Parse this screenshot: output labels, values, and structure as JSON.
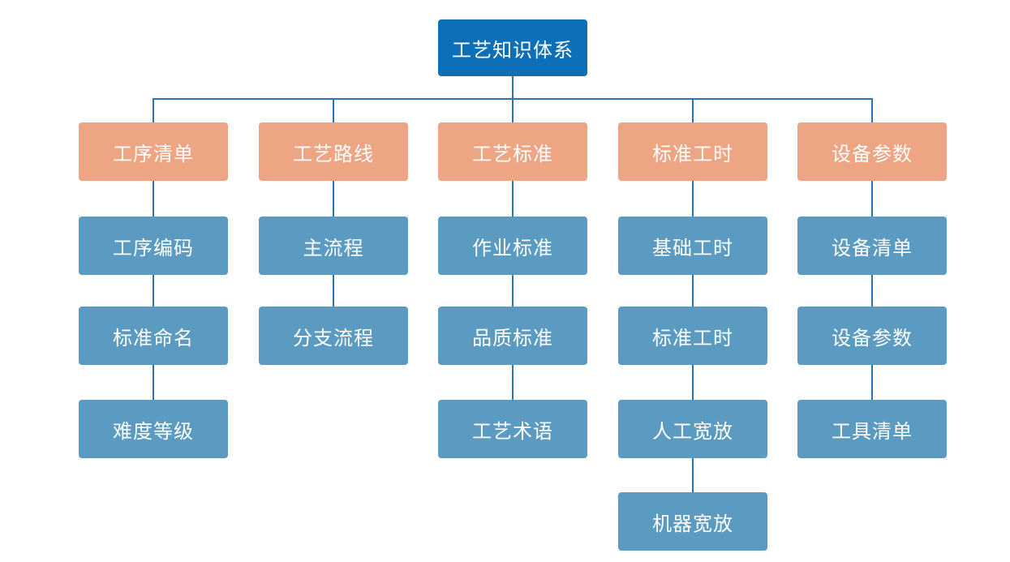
{
  "root": {
    "label": "工艺知识体系"
  },
  "categories": [
    {
      "label": "工序清单",
      "children": [
        "工序编码",
        "标准命名",
        "难度等级"
      ]
    },
    {
      "label": "工艺路线",
      "children": [
        "主流程",
        "分支流程"
      ]
    },
    {
      "label": "工艺标准",
      "children": [
        "作业标准",
        "品质标准",
        "工艺术语"
      ]
    },
    {
      "label": "标准工时",
      "children": [
        "基础工时",
        "标准工时",
        "人工宽放",
        "机器宽放"
      ]
    },
    {
      "label": "设备参数",
      "children": [
        "设备清单",
        "设备参数",
        "工具清单"
      ]
    }
  ],
  "colors": {
    "root": "#0d6fb8",
    "category": "#eea583",
    "leaf": "#5b9bc1",
    "connector": "#2a74ad"
  }
}
